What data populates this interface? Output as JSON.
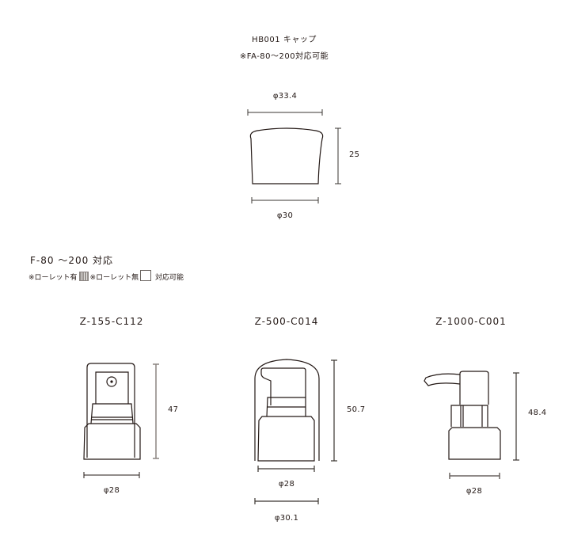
{
  "header": {
    "title": "HB001 キャップ",
    "subtitle": "※FA-80～200対応可能"
  },
  "cap": {
    "top_diameter": "φ33.4",
    "bottom_diameter": "φ30",
    "height": "25"
  },
  "section": {
    "title": "F-80 ～200 対応",
    "legend": {
      "knurled_label": "※ローレット有",
      "plain_label": "※ローレット無",
      "suffix": "対応可能"
    }
  },
  "products": [
    {
      "name": "Z-155-C112",
      "height": "47",
      "diameter": "φ28"
    },
    {
      "name": "Z-500-C014",
      "height": "50.7",
      "diameter": "φ28",
      "outer_diameter": "φ30.1"
    },
    {
      "name": "Z-1000-C001",
      "height": "48.4",
      "diameter": "φ28"
    }
  ],
  "colors": {
    "line": "#231815",
    "dim_line": "#5a5450"
  }
}
